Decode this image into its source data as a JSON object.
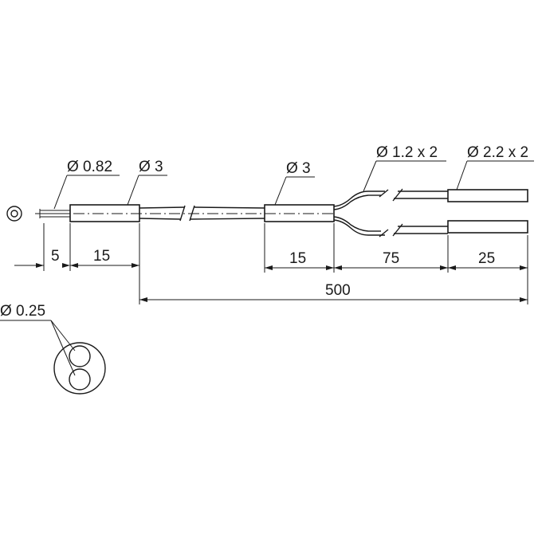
{
  "labels": {
    "tip_diameter": "Ø 0.82",
    "left_sleeve_diameter": "Ø 3",
    "right_sleeve_diameter": "Ø 3",
    "branch_diameter": "Ø 1.2 x 2",
    "end_diameter": "Ø 2.2 x 2",
    "fiber_diameter": "Ø 0.25"
  },
  "dimensions": {
    "tip_length": "5",
    "left_sleeve_length": "15",
    "right_sleeve_length": "15",
    "branch_length": "75",
    "end_length": "25",
    "total_length": "500"
  }
}
